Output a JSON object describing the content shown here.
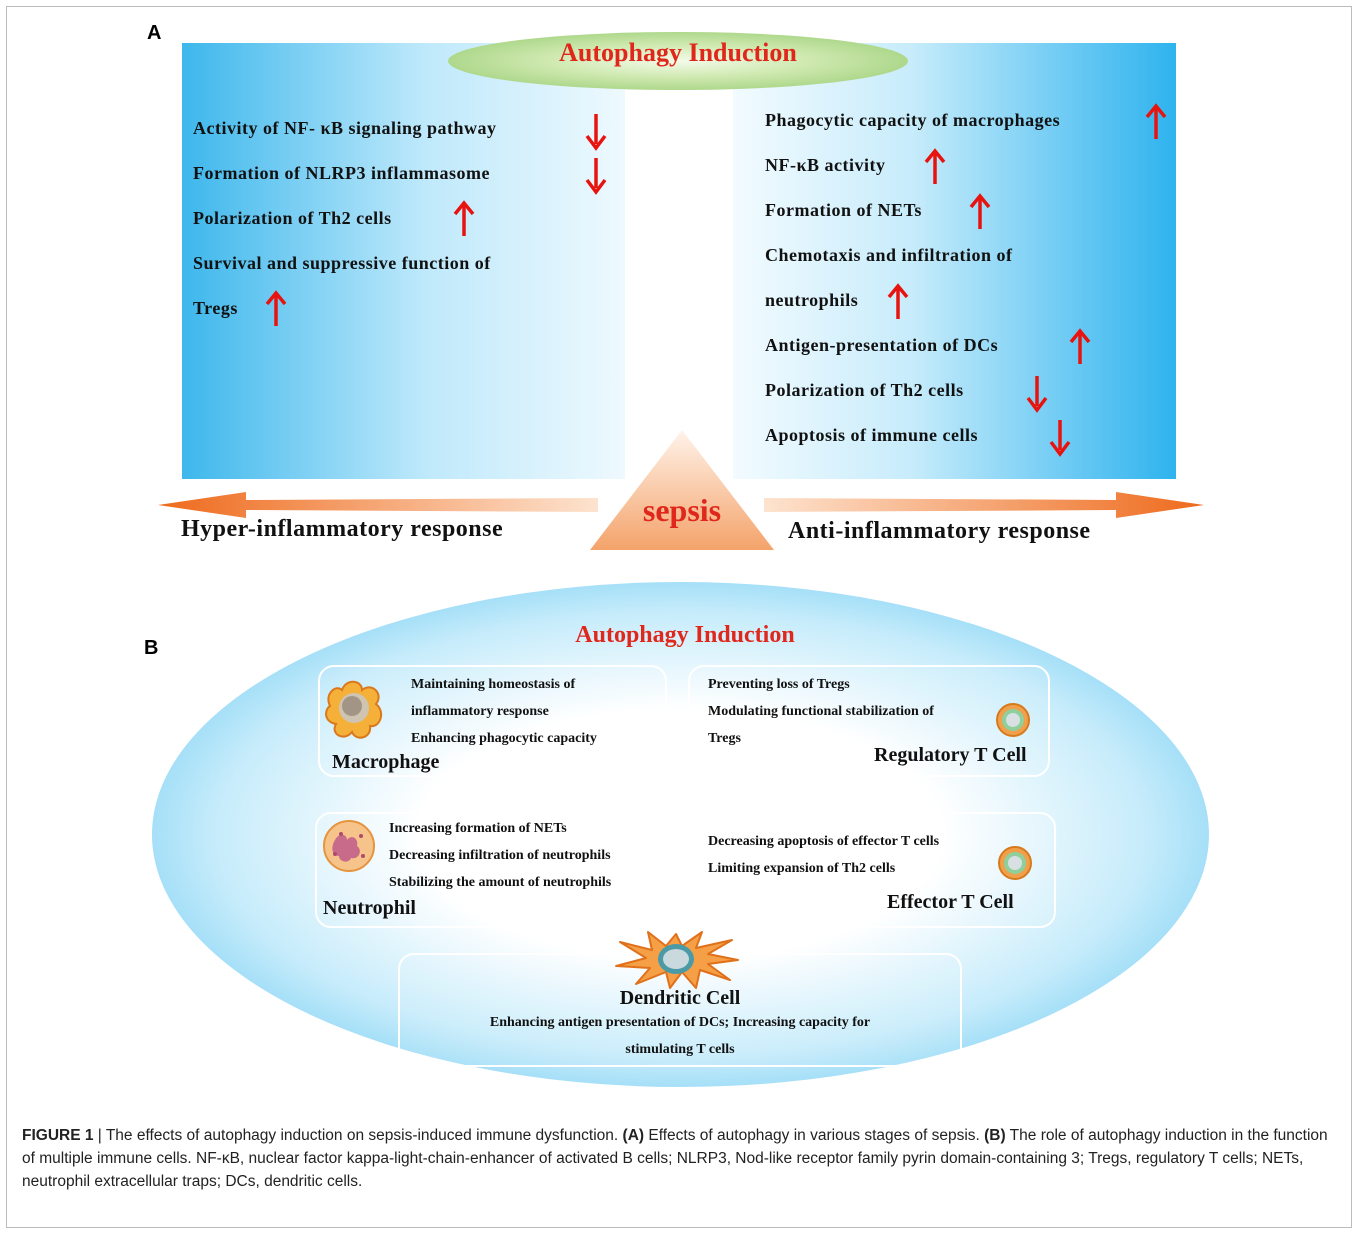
{
  "panels": {
    "a_label": "A",
    "b_label": "B"
  },
  "panel_a": {
    "title": "Autophagy Induction",
    "left_items": [
      {
        "text": "Activity of NF- κB signaling pathway",
        "direction": "down"
      },
      {
        "text": "Formation of NLRP3  inflammasome",
        "direction": "down"
      },
      {
        "text": "Polarization of Th2 cells",
        "direction": "up"
      },
      {
        "text": "Survival and suppressive function of",
        "direction": "none"
      },
      {
        "text": "Tregs",
        "direction": "up"
      }
    ],
    "right_items": [
      {
        "text": "Phagocytic capacity of macrophages",
        "direction": "up"
      },
      {
        "text": "NF-κB activity",
        "direction": "up"
      },
      {
        "text": "Formation of NETs",
        "direction": "up"
      },
      {
        "text": "Chemotaxis and infiltration of",
        "direction": "none"
      },
      {
        "text": "neutrophils",
        "direction": "up"
      },
      {
        "text": "Antigen-presentation of DCs",
        "direction": "up"
      },
      {
        "text": " Polarization of Th2 cells",
        "direction": "down"
      },
      {
        "text": "Apoptosis of  immune cells",
        "direction": "down"
      }
    ],
    "left_response": "Hyper-inflammatory response",
    "right_response": "Anti-inflammatory response",
    "center_label": "sepsis"
  },
  "panel_b": {
    "title": "Autophagy Induction",
    "macrophage": {
      "name": "Macrophage",
      "lines": [
        "Maintaining homeostasis of",
        "inflammatory  response",
        "Enhancing phagocytic capacity"
      ]
    },
    "treg": {
      "name": "Regulatory T Cell",
      "lines": [
        "Preventing loss of Tregs",
        "Modulating functional stabilization of",
        "Tregs"
      ]
    },
    "neutrophil": {
      "name": "Neutrophil",
      "lines": [
        "Increasing formation of NETs",
        "Decreasing infiltration of neutrophils",
        "Stabilizing the amount of neutrophils"
      ]
    },
    "effector": {
      "name": "Effector T Cell",
      "lines": [
        "Decreasing  apoptosis of effector T cells",
        "Limiting expansion of Th2 cells"
      ]
    },
    "dendritic": {
      "name": "Dendritic Cell",
      "lines": [
        "Enhancing antigen presentation of DCs; Increasing capacity for",
        "stimulating T cells"
      ]
    }
  },
  "caption": {
    "label": "FIGURE 1",
    "sep": " | ",
    "text1": "The effects of autophagy induction on sepsis-induced immune dysfunction. ",
    "a_tag": "(A)",
    "text2": " Effects of autophagy in various stages of sepsis. ",
    "b_tag": "(B)",
    "text3": " The role of autophagy induction in the function of multiple immune cells. NF-κB, nuclear factor kappa-light-chain-enhancer of activated B cells; NLRP3, Nod-like receptor family pyrin domain-containing 3; Tregs, regulatory T cells; NETs, neutrophil extracellular traps; DCs, dendritic cells."
  },
  "colors": {
    "title_red": "#e0271b",
    "arrow_red": "#e8130f",
    "orange": "#f08a3a",
    "sky_blue": "#1db0ec"
  }
}
